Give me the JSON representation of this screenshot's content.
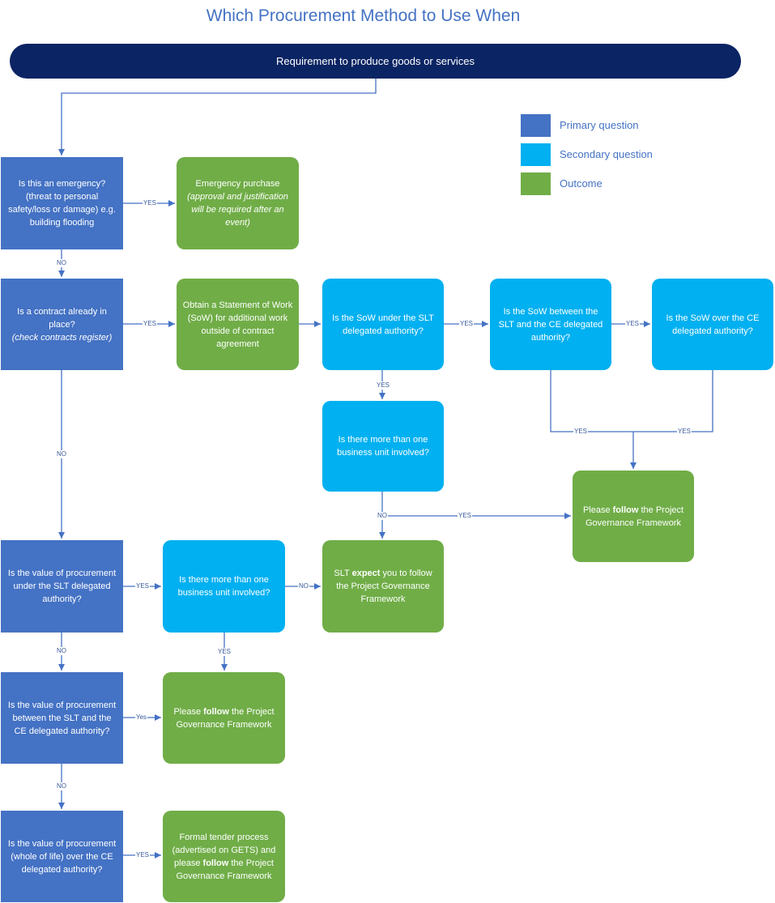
{
  "title": "Which Procurement Method to Use When",
  "banner": "Requirement to produce goods or services",
  "legend": [
    {
      "label": "Primary question",
      "color": "#4472c4"
    },
    {
      "label": "Secondary question",
      "color": "#00b0f0"
    },
    {
      "label": "Outcome",
      "color": "#70ad47"
    }
  ],
  "nodes": {
    "q1": [
      "Is this an emergency?",
      "(threat to personal safety/loss or damage) e.g. building flooding"
    ],
    "o1": [
      "Emergency purchase",
      "(approval and justification will be required after an event)"
    ],
    "q2": [
      "Is a contract already in place?",
      "(check contracts register)"
    ],
    "o2": "Obtain a Statement of Work (SoW) for additional work outside of contract agreement",
    "s1": "Is the SoW under the SLT delegated authority?",
    "s2": "Is the SoW between the SLT and the CE delegated authority?",
    "s3": "Is the SoW over the CE delegated authority?",
    "s4": "Is there more than one business unit involved?",
    "o3": [
      "Please ",
      "follow",
      " the Project Governance Framework"
    ],
    "q3": "Is the value of procurement under the SLT delegated authority?",
    "s5": "Is there more than one business unit involved?",
    "o4": [
      "SLT ",
      "expect",
      " you to follow the Project Governance Framework"
    ],
    "q4": "Is the value of procurement between the SLT and the CE delegated authority?",
    "o5": [
      "Please ",
      "follow",
      " the Project Governance Framework"
    ],
    "q5": "Is the value of procurement (whole of life) over the CE delegated authority?",
    "o6": [
      "Formal tender process (advertised on GETS) and please ",
      "follow",
      " the Project Governance Framework"
    ]
  },
  "edge_labels": {
    "yes": "YES",
    "no": "NO",
    "yes_mixed": "Yes"
  }
}
